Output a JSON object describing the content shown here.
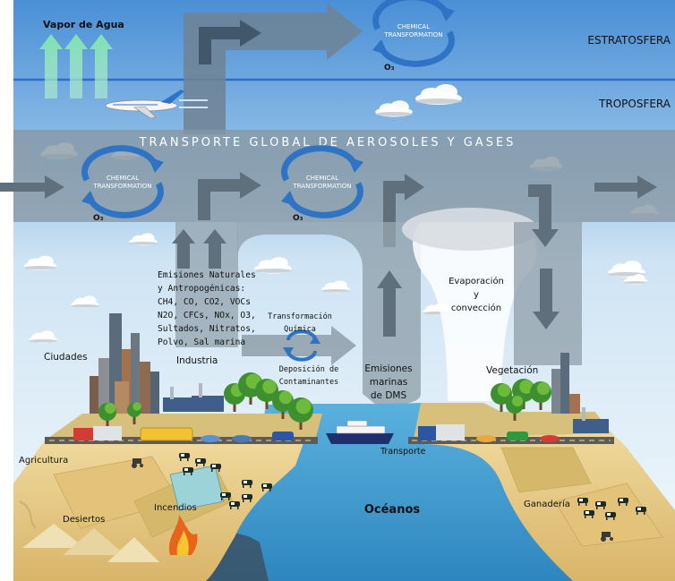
{
  "layers": {
    "stratosphere": "ESTRATOSFERA",
    "troposphere": "TROPOSFERA",
    "water_vapor": "Vapor de Agua"
  },
  "band_title": "TRANSPORTE GLOBAL DE AEROSOLES Y GASES",
  "chem": {
    "line1": "CHEMICAL",
    "line2": "TRANSFORMATION",
    "ozone": "O₃"
  },
  "emissions_block": [
    "Emisiones Naturales",
    "y Antropogénicas:",
    "CH4, CO, CO2, VOCs",
    "N2O, CFCs, NOx, O3,",
    "Sultados, Nitratos,",
    "Polvo, Sal marina"
  ],
  "transformation_block": {
    "line1": "Transformación",
    "line2": "Química",
    "line3": "Deposición de",
    "line4": "Contaminantes"
  },
  "marine_block": [
    "Emisiones",
    "marinas",
    "de DMS"
  ],
  "evap_block": [
    "Evaporación",
    "y",
    "convección"
  ],
  "places": {
    "cities": "Ciudades",
    "industry": "Industria",
    "vegetation": "Vegetación",
    "agriculture": "Agricultura",
    "deserts": "Desiertos",
    "fires": "Incendios",
    "oceans": "Océanos",
    "livestock": "Ganadería",
    "transport": "Transporte"
  },
  "colors": {
    "sky_top": "#4a8fd6",
    "sky_bottom": "#eef6fb",
    "band": "#8a99a6",
    "arrow": "#6d7d8a",
    "chem_blue": "#2f74c4",
    "ocean": "#3d9ccf",
    "land": "#e9cf8d"
  }
}
